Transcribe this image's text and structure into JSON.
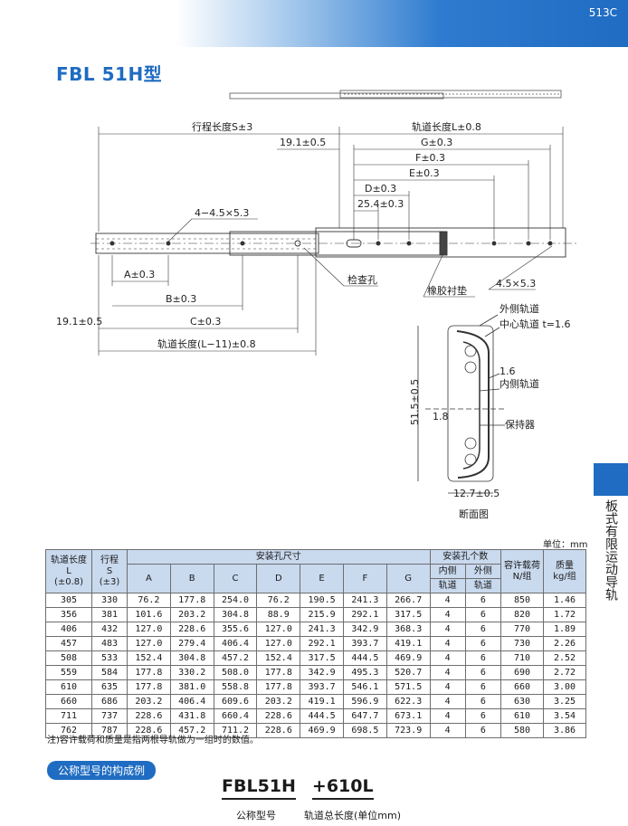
{
  "header": {
    "page_code": "513C",
    "title": "FBL 51H型"
  },
  "side_label": "板式有限运动导轨",
  "drawing_labels": {
    "stroke": "行程长度S±3",
    "rail_length": "轨道长度L±0.8",
    "d191_top": "19.1±0.5",
    "g": "G±0.3",
    "f": "F±0.3",
    "e": "E±0.3",
    "d": "D±0.3",
    "d254": "25.4±0.3",
    "holes": "4−4.5×5.3",
    "slot": "4.5×5.3",
    "a": "A±0.3",
    "b": "B±0.3",
    "c": "C±0.3",
    "d191_left": "19.1±0.5",
    "rail_len_total": "轨道长度(L−11)±0.8",
    "inspect_hole": "检查孔",
    "rubber_pad": "橡胶衬垫",
    "outer_rail": "外侧轨道",
    "center_rail": "中心轨道 t=1.6",
    "d16": "1.6",
    "inner_rail": "内侧轨道",
    "d18": "1.8",
    "retainer": "保持器",
    "height": "51.5±0.5",
    "width": "12.7±0.5",
    "section": "断面图"
  },
  "table": {
    "unit": "单位：mm",
    "headers": {
      "rail_length": "轨道长度",
      "rail_L": "L",
      "rail_tol": "(±0.8)",
      "stroke": "行程",
      "stroke_S": "S",
      "stroke_tol": "(±3)",
      "holes_size": "安装孔尺寸",
      "holes_count": "安装孔个数",
      "inner": "内侧",
      "inner2": "轨道",
      "outer": "外侧",
      "outer2": "轨道",
      "load": "容许载荷",
      "load_unit": "N/组",
      "mass": "质量",
      "mass_unit": "kg/组",
      "cols": [
        "A",
        "B",
        "C",
        "D",
        "E",
        "F",
        "G"
      ]
    },
    "rows": [
      [
        "305",
        "330",
        "76.2",
        "177.8",
        "254.0",
        "76.2",
        "190.5",
        "241.3",
        "266.7",
        "4",
        "6",
        "850",
        "1.46"
      ],
      [
        "356",
        "381",
        "101.6",
        "203.2",
        "304.8",
        "88.9",
        "215.9",
        "292.1",
        "317.5",
        "4",
        "6",
        "820",
        "1.72"
      ],
      [
        "406",
        "432",
        "127.0",
        "228.6",
        "355.6",
        "127.0",
        "241.3",
        "342.9",
        "368.3",
        "4",
        "6",
        "770",
        "1.89"
      ],
      [
        "457",
        "483",
        "127.0",
        "279.4",
        "406.4",
        "127.0",
        "292.1",
        "393.7",
        "419.1",
        "4",
        "6",
        "730",
        "2.26"
      ],
      [
        "508",
        "533",
        "152.4",
        "304.8",
        "457.2",
        "152.4",
        "317.5",
        "444.5",
        "469.9",
        "4",
        "6",
        "710",
        "2.52"
      ],
      [
        "559",
        "584",
        "177.8",
        "330.2",
        "508.0",
        "177.8",
        "342.9",
        "495.3",
        "520.7",
        "4",
        "6",
        "690",
        "2.72"
      ],
      [
        "610",
        "635",
        "177.8",
        "381.0",
        "558.8",
        "177.8",
        "393.7",
        "546.1",
        "571.5",
        "4",
        "6",
        "660",
        "3.00"
      ],
      [
        "660",
        "686",
        "203.2",
        "406.4",
        "609.6",
        "203.2",
        "419.1",
        "596.9",
        "622.3",
        "4",
        "6",
        "630",
        "3.25"
      ],
      [
        "711",
        "737",
        "228.6",
        "431.8",
        "660.4",
        "228.6",
        "444.5",
        "647.7",
        "673.1",
        "4",
        "6",
        "610",
        "3.54"
      ],
      [
        "762",
        "787",
        "228.6",
        "457.2",
        "711.2",
        "228.6",
        "469.9",
        "698.5",
        "723.9",
        "4",
        "6",
        "580",
        "3.86"
      ]
    ],
    "note": "注)容许载荷和质量是指两根导轨做为一组时的数值。"
  },
  "example": {
    "label": "公称型号的构成例",
    "model": "FBL51H",
    "length": "+610L",
    "model_caption": "公称型号",
    "length_caption": "轨道总长度(单位mm)"
  }
}
